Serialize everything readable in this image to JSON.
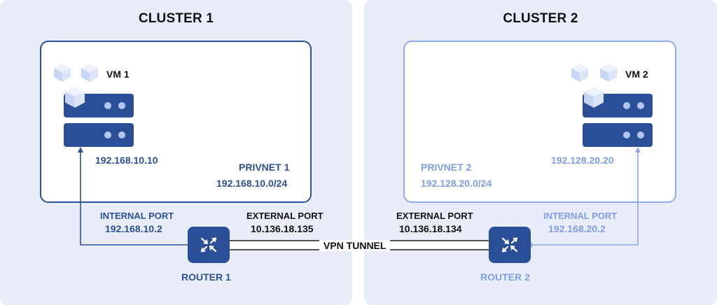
{
  "colors": {
    "dark": "#2b4f97",
    "light": "#7f9ee6",
    "background": "#e9edf9"
  },
  "cluster1": {
    "title": "CLUSTER 1",
    "vm_label": "VM 1",
    "vm_ip": "192.168.10.10",
    "privnet_label": "PRIVNET 1",
    "privnet_cidr": "192.168.10.0/24",
    "internal_port_label": "INTERNAL PORT",
    "internal_port_ip": "192.168.10.2",
    "external_port_label": "EXTERNAL PORT",
    "external_port_ip": "10.136.18.135",
    "router_label": "ROUTER 1"
  },
  "cluster2": {
    "title": "CLUSTER 2",
    "vm_label": "VM 2",
    "vm_ip": "192.128.20.20",
    "privnet_label": "PRIVNET 2",
    "privnet_cidr": "192.128.20.0/24",
    "internal_port_label": "INTERNAL PORT",
    "internal_port_ip": "192.168.20.2",
    "external_port_label": "EXTERNAL PORT",
    "external_port_ip": "10.136.18.134",
    "router_label": "ROUTER 2"
  },
  "tunnel": {
    "label": "VPN TUNNEL"
  },
  "icons": [
    "cube-icon",
    "server-icon",
    "router-icon",
    "arrow-icon"
  ]
}
